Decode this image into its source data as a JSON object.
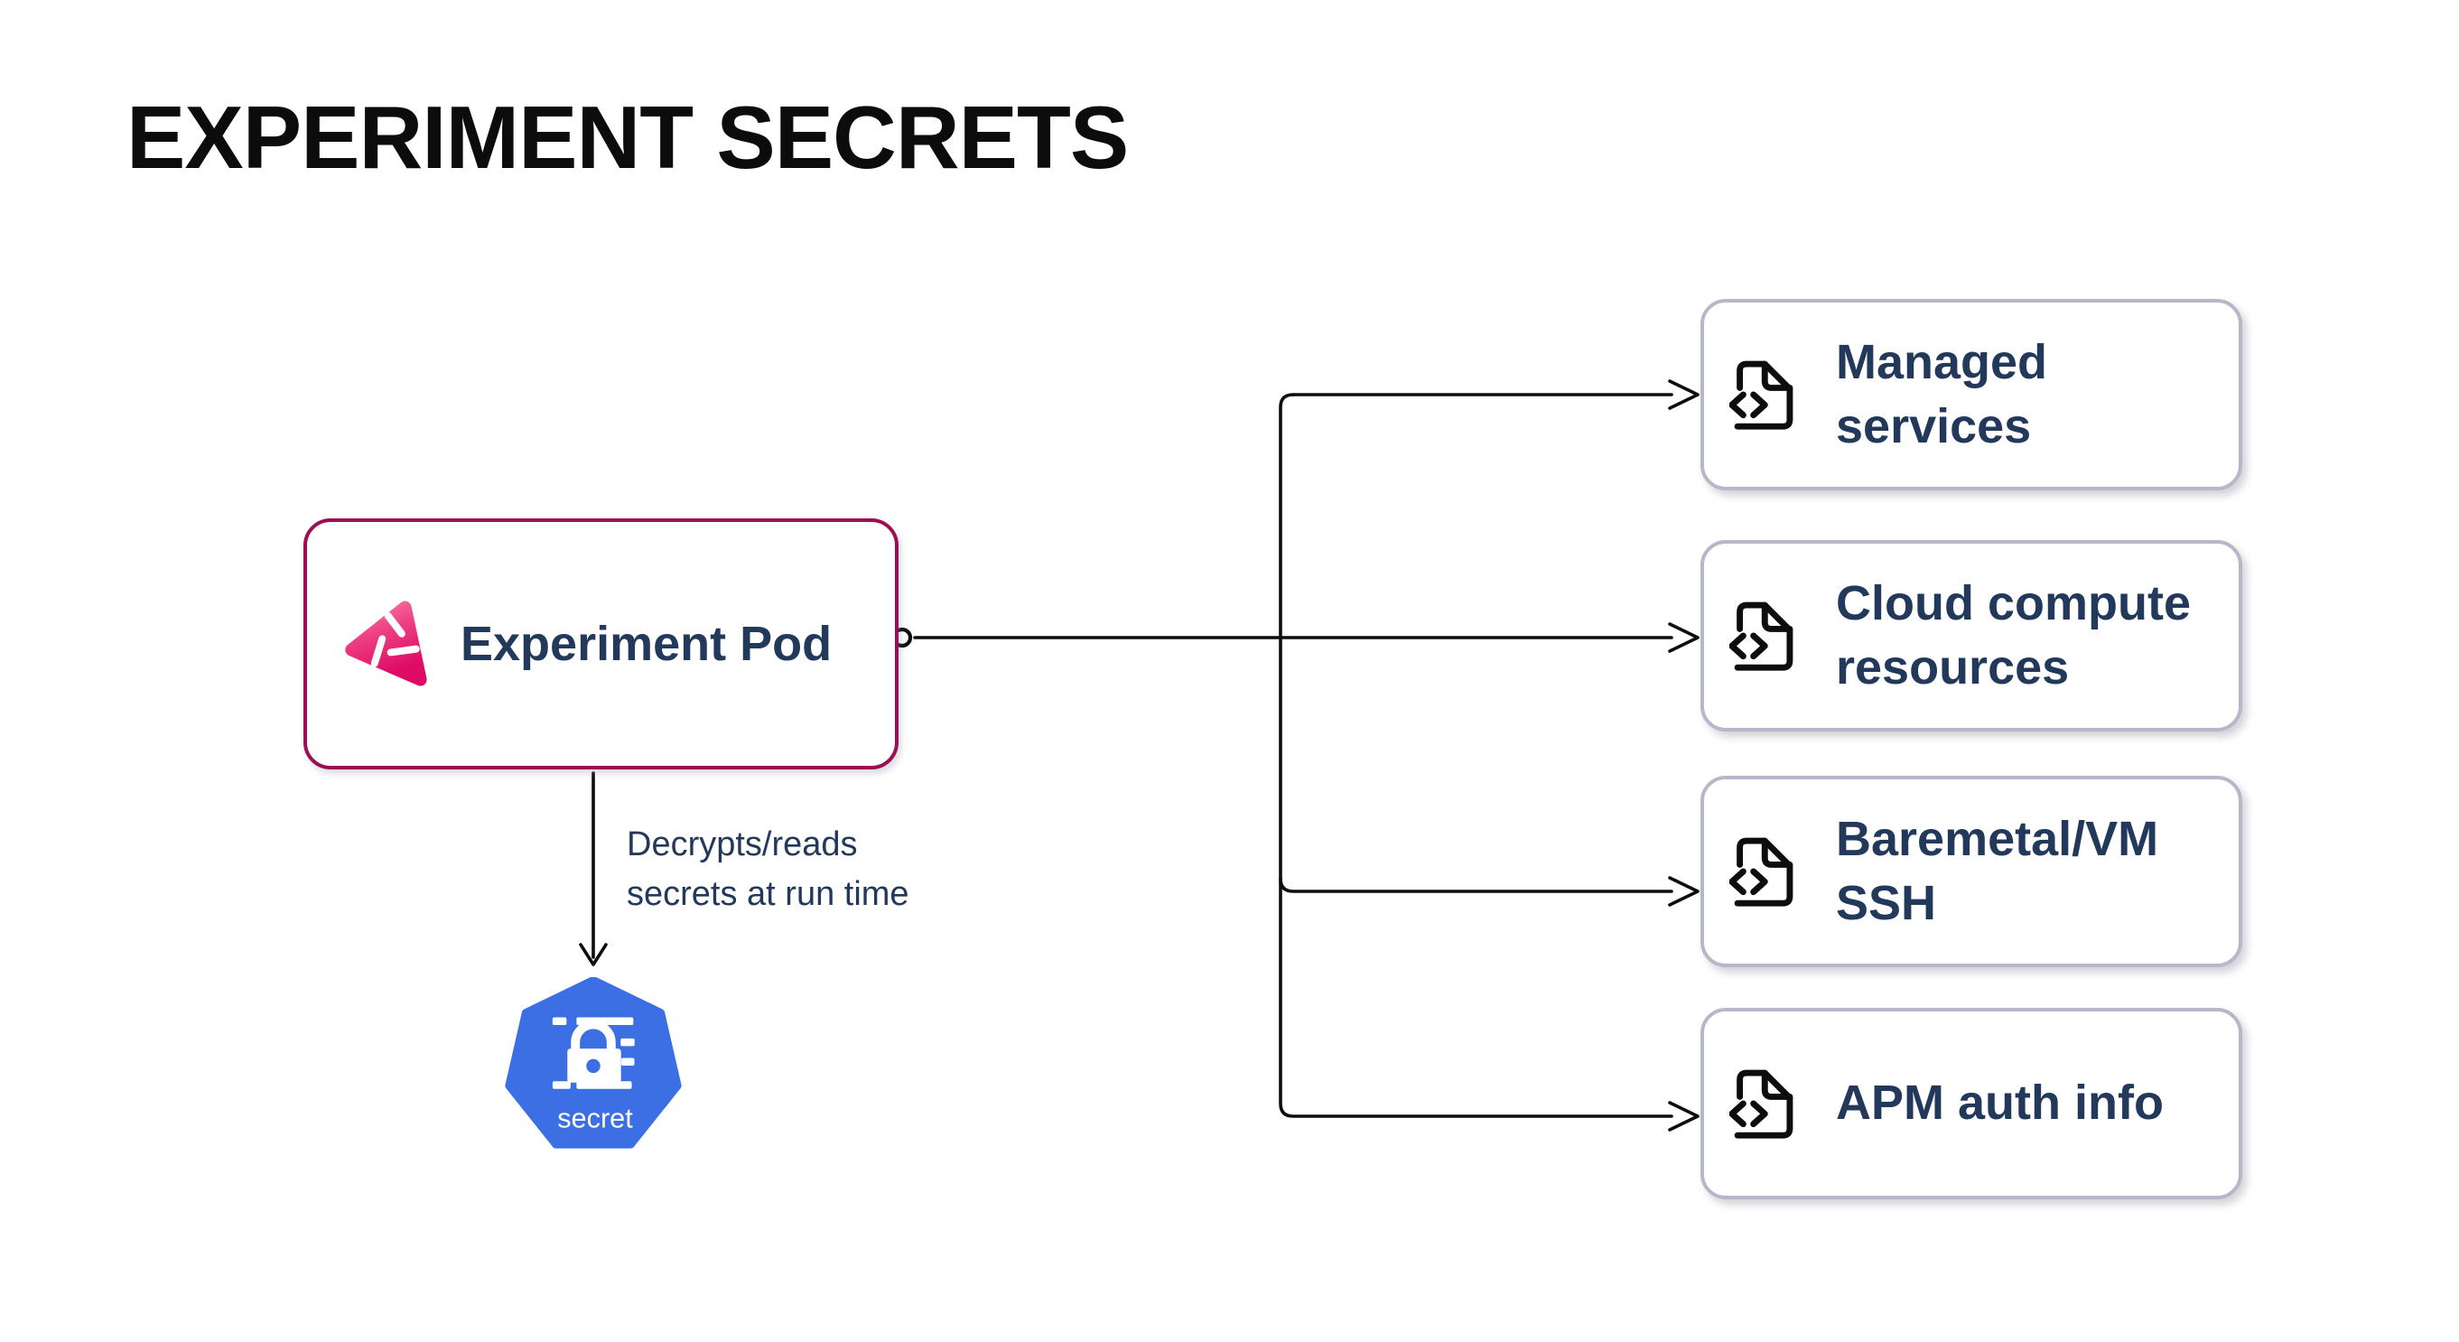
{
  "title": "EXPERIMENT SECRETS",
  "pod": {
    "label": "Experiment Pod",
    "icon": "litmuschaos-logo",
    "border_color": "#9C0F52"
  },
  "caption": {
    "text": "Decrypts/reads\nsecrets at run time"
  },
  "secret": {
    "label": "secret",
    "icon": "kubernetes-secret",
    "color": "#3B6FE3"
  },
  "targets": [
    {
      "label": "Managed\nservices",
      "icon": "code-file"
    },
    {
      "label": "Cloud compute\nresources",
      "icon": "code-file"
    },
    {
      "label": "Baremetal/VM\nSSH",
      "icon": "code-file"
    },
    {
      "label": "APM auth info",
      "icon": "code-file"
    }
  ],
  "colors": {
    "title_text": "#0C0C0C",
    "body_text": "#22395B",
    "pod_border": "#9C0F52",
    "target_border": "#B7B7CA",
    "connector_line": "#0D0D0D",
    "kubernetes_blue": "#3B6FE3",
    "litmus_pink_light": "#F87BA5",
    "litmus_pink_dark": "#DF0A66"
  }
}
